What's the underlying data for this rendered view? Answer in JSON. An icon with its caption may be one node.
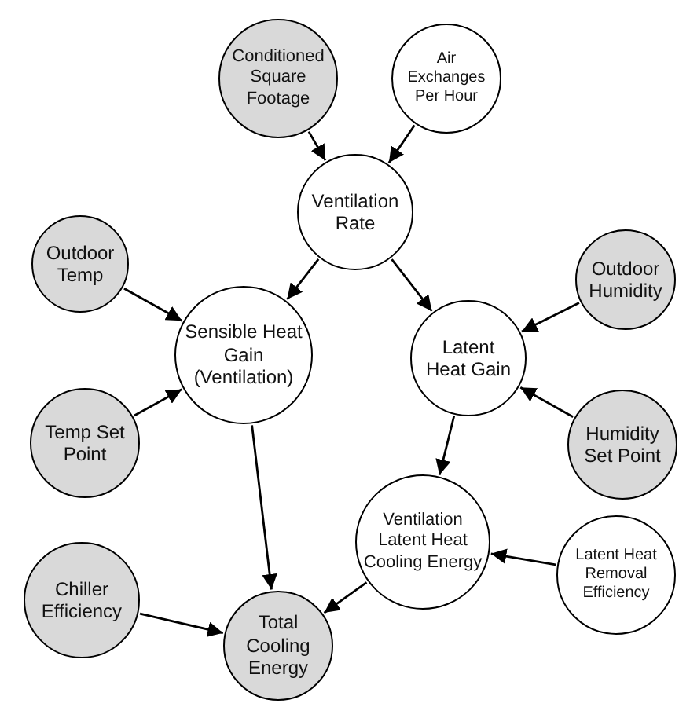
{
  "diagram": {
    "nodes": [
      {
        "text": [
          "Conditioned Square Footage"
        ]
      },
      {
        "text": [
          "Air Exchanges Per Hour"
        ]
      },
      {
        "text": [
          "Ventilation Rate"
        ]
      },
      {
        "text": [
          "Outdoor Temp"
        ]
      },
      {
        "text": [
          "Sensible Heat Gain (Ventilation)"
        ]
      },
      {
        "text": [
          "Outdoor Humidity"
        ]
      },
      {
        "text": [
          "Latent Heat Gain"
        ]
      },
      {
        "text": [
          "Temp Set Point"
        ]
      },
      {
        "text": [
          "Humidity Set Point"
        ]
      },
      {
        "text": [
          "Ventilation Latent Heat Cooling Energy"
        ]
      },
      {
        "text": [
          "Chiller Efficiency"
        ]
      },
      {
        "text": [
          "Latent Heat Removal Efficiency"
        ]
      },
      {
        "text": [
          "Total Cooling Energy"
        ]
      }
    ],
    "edges": [
      {
        "from": 0,
        "to": 2,
        "arrow": "to"
      },
      {
        "from": 1,
        "to": 2,
        "arrow": "to"
      },
      {
        "from": 2,
        "to": 4,
        "arrow": "to"
      },
      {
        "from": 2,
        "to": 6,
        "arrow": "to"
      },
      {
        "from": 3,
        "to": 4,
        "arrow": "to"
      },
      {
        "from": 7,
        "to": 4,
        "arrow": "to"
      },
      {
        "from": 5,
        "to": 6,
        "arrow": "to"
      },
      {
        "from": 8,
        "to": 6,
        "arrow": "to"
      },
      {
        "from": 6,
        "to": 9,
        "arrow": "to"
      },
      {
        "from": 4,
        "to": 12,
        "arrow": "to"
      },
      {
        "from": 9,
        "to": 12,
        "arrow": "to"
      },
      {
        "from": 10,
        "to": 12,
        "arrow": "to"
      },
      {
        "from": 11,
        "to": 9,
        "arrow": "to"
      }
    ]
  }
}
